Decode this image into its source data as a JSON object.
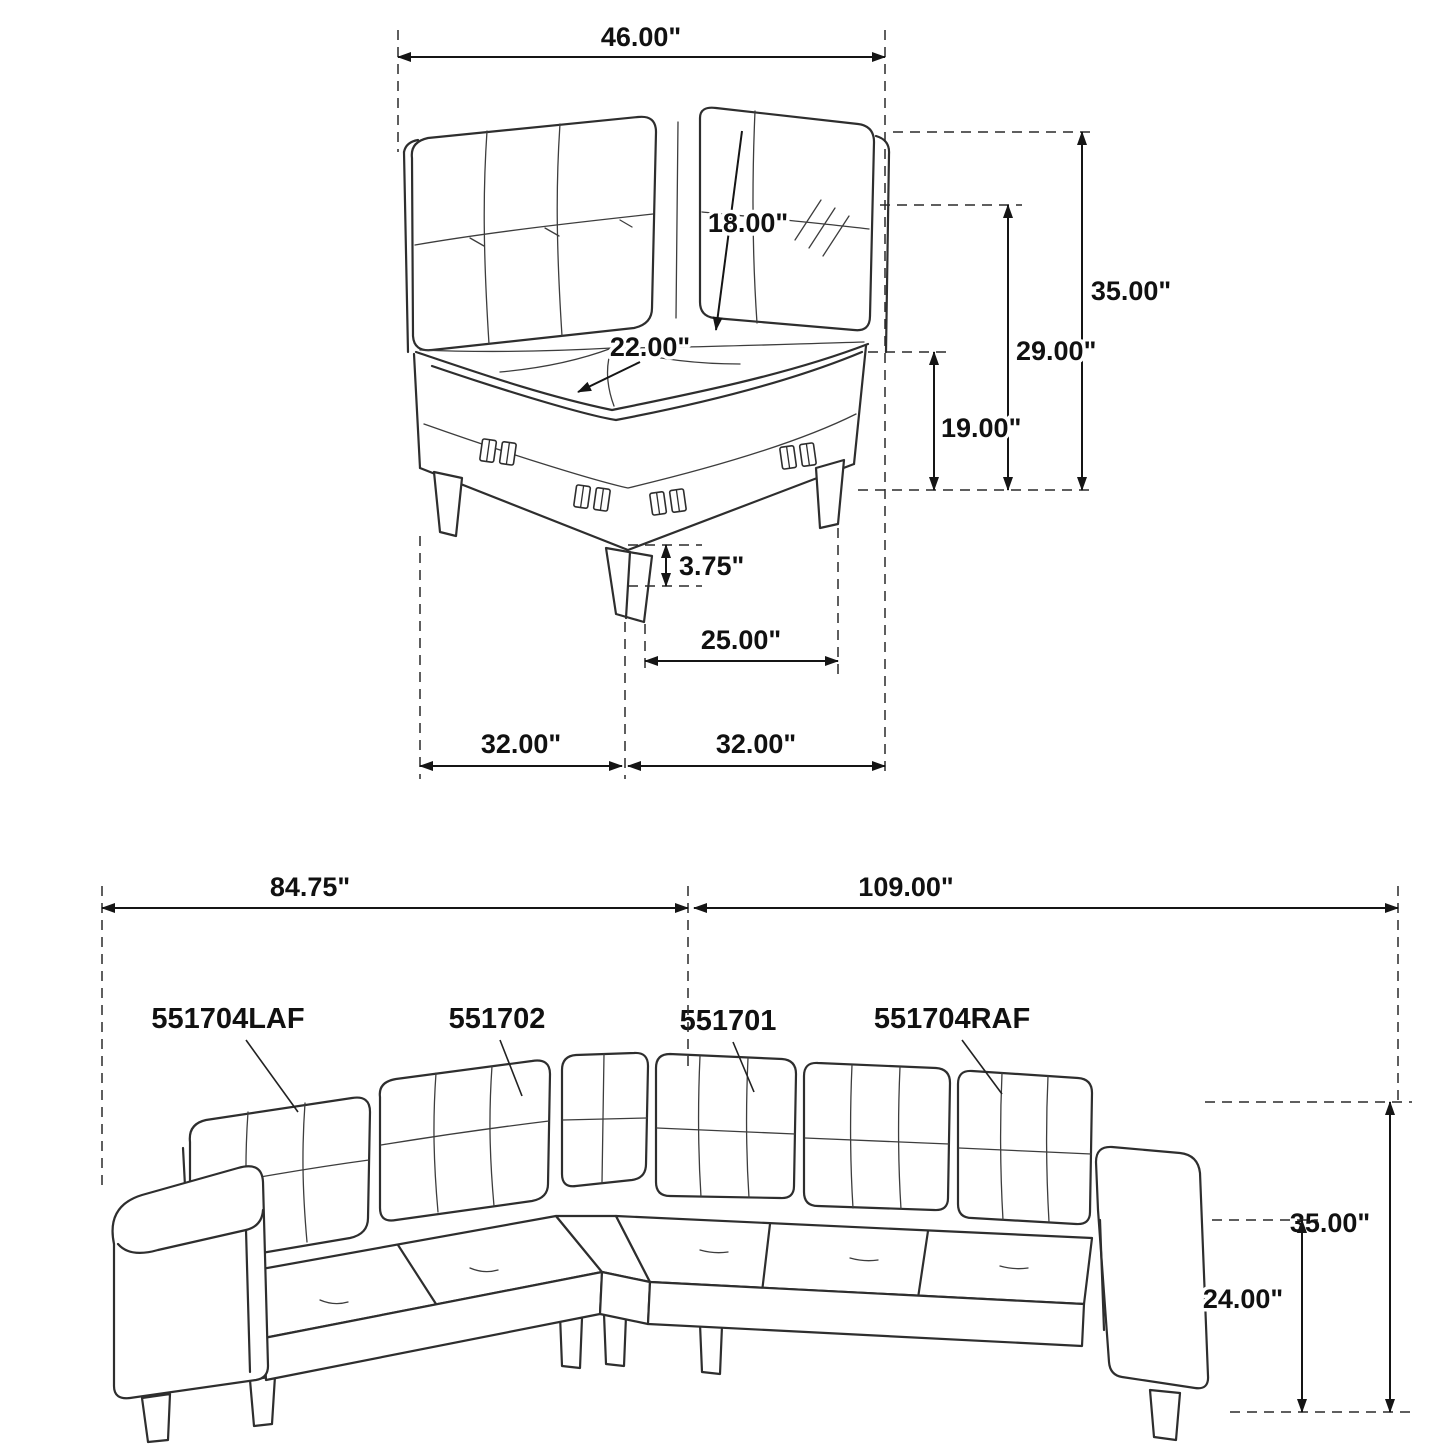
{
  "top_diagram": {
    "dims": {
      "overall_width": "46.00\"",
      "back_cushion_height": "18.00\"",
      "overall_height": "35.00\"",
      "back_height": "29.00\"",
      "seat_height": "19.00\"",
      "seat_depth": "22.00\"",
      "leg_height": "3.75\"",
      "front_leg_span": "25.00\"",
      "left_side_depth": "32.00\"",
      "right_side_depth": "32.00\""
    }
  },
  "bottom_diagram": {
    "parts": [
      "551704LAF",
      "551702",
      "551701",
      "551704RAF"
    ],
    "dims": {
      "left_length": "84.75\"",
      "right_length": "109.00\"",
      "overall_height": "35.00\"",
      "arm_height": "24.00\""
    }
  }
}
